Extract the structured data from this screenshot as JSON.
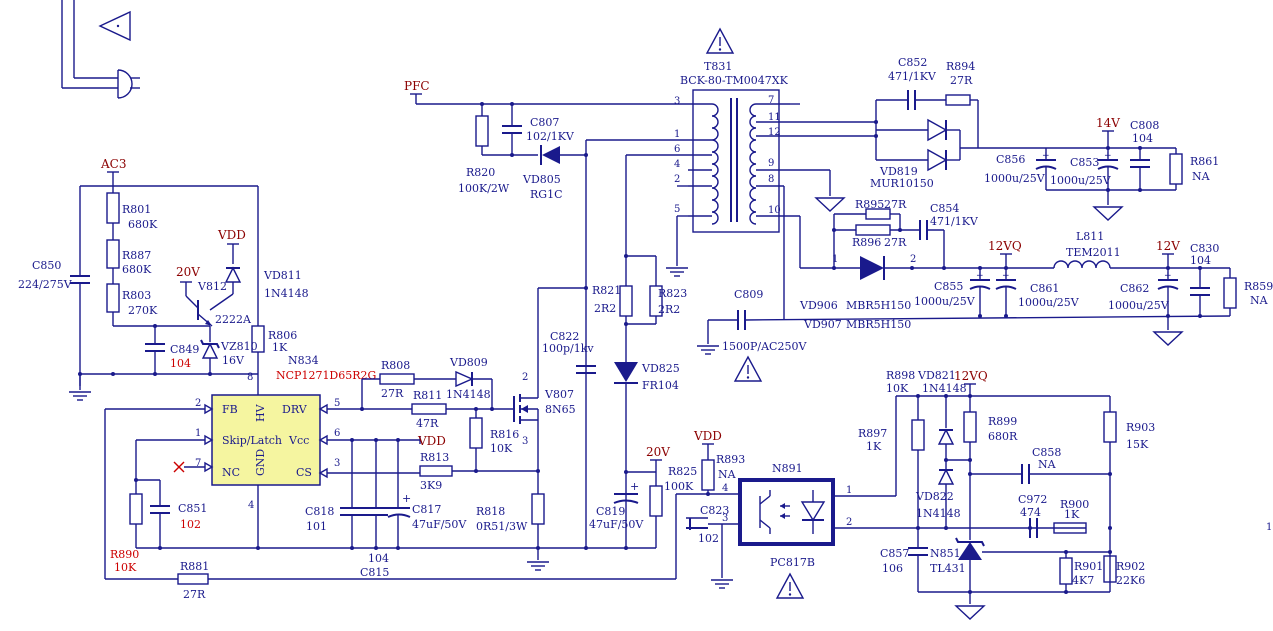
{
  "labels": {
    "ac3": "AC3",
    "pfc": "PFC",
    "vdd_1": "VDD",
    "vdd_2": "VDD",
    "vdd_3": "VDD",
    "v20_1": "20V",
    "v20_2": "20V",
    "v14": "14V",
    "v12vq_1": "12VQ",
    "v12vq_2": "12VQ",
    "v12": "12V",
    "c850": "C850",
    "c850_val": "224/275V",
    "r801": "R801",
    "r801_val": "680K",
    "r887": "R887",
    "r887_val": "680K",
    "r803": "R803",
    "r803_val": "270K",
    "v812": "V812",
    "v812_val": "2222A",
    "c849": "C849",
    "c849_val": "104",
    "vz810": "VZ810",
    "vz810_val": "16V",
    "vd811": "VD811",
    "vd811_val": "1N4148",
    "r806": "R806",
    "r806_val": "1K",
    "n834": "N834",
    "n834_val": "NCP1271D65R2G",
    "ic_fb": "FB",
    "ic_hv": "HV",
    "ic_drv": "DRV",
    "ic_skip": "Skip/Latch",
    "ic_vcc": "Vcc",
    "ic_nc": "NC",
    "ic_gnd": "GND",
    "ic_cs": "CS",
    "pin8": "8",
    "pin2": "2",
    "pin1": "1",
    "pin7": "7",
    "pin5": "5",
    "pin6": "6",
    "pin3": "3",
    "pin4": "4",
    "r808": "R808",
    "r808_val": "27R",
    "vd809": "VD809",
    "vd809_val": "1N4148",
    "r811": "R811",
    "r811_val": "47R",
    "r813": "R813",
    "r813_val": "3K9",
    "r816": "R816",
    "r816_val": "10K",
    "r818": "R818",
    "r818_val": "0R51/3W",
    "v807": "V807",
    "v807_val": "8N65",
    "c851": "C851",
    "c851_val": "102",
    "r890": "R890",
    "r890_val": "10K",
    "r881": "R881",
    "r881_val": "27R",
    "c818": "C818",
    "c818_val": "101",
    "c817": "C817",
    "c817_val": "47uF/50V",
    "c815": "C815",
    "c815_val": "104",
    "r820": "R820",
    "r820_val": "100K/2W",
    "c807": "C807",
    "c807_val": "102/1KV",
    "vd805": "VD805",
    "vd805_val": "RG1C",
    "r821": "R821",
    "r821_val": "2R2",
    "r823": "R823",
    "r823_val": "2R2",
    "c822": "C822",
    "c822_val": "100p/1kv",
    "vd825": "VD825",
    "vd825_val": "FR104",
    "r825": "R825",
    "r825_val": "100K",
    "c819": "C819",
    "c819_val": "47uF/50V",
    "t831": "T831",
    "t831_val": "BCK-80-TM0047XK",
    "c809": "C809",
    "c809_val": "1500P/AC250V",
    "c852": "C852",
    "c852_val": "471/1KV",
    "r894": "R894",
    "r894_val": "27R",
    "vd819": "VD819",
    "vd819_val": "MUR10150",
    "c856": "C856",
    "c856_val": "1000u/25V",
    "c853": "C853",
    "c853_val": "1000u/25V",
    "c808": "C808",
    "c808_val": "104",
    "r861": "R861",
    "r861_val": "NA",
    "r895": "R895",
    "r895_val": "27R",
    "r896": "R896",
    "r896_val": "27R",
    "c854": "C854",
    "c854_val": "471/1KV",
    "vd906": "VD906",
    "vd906_val": "MBR5H150",
    "vd907": "VD907",
    "vd907_val": "MBR5H150",
    "c855": "C855",
    "c855_val": "1000u/25V",
    "c861": "C861",
    "c861_val": "1000u/25V",
    "l811": "L811",
    "l811_val": "TEM2011",
    "c862": "C862",
    "c862_val": "1000u/25V",
    "c830": "C830",
    "c830_val": "104",
    "r859": "R859",
    "r859_val": "NA",
    "r893": "R893",
    "r893_val": "NA",
    "c823": "C823",
    "c823_val": "102",
    "n891": "N891",
    "n891_val": "PC817B",
    "r898": "R898",
    "r898_val": "10K",
    "vd821": "VD821",
    "vd821_val": "1N4148",
    "r897": "R897",
    "r897_val": "1K",
    "vd822": "VD822",
    "vd822_val": "1N4148",
    "r899": "R899",
    "r899_val": "680R",
    "c858": "C858",
    "c858_val": "NA",
    "c972": "C972",
    "c972_val": "474",
    "r900": "R900",
    "r900_val": "1K",
    "r903": "R903",
    "r903_val": "15K",
    "c857": "C857",
    "c857_val": "106",
    "n851": "N851",
    "n851_val": "TL431",
    "r901": "R901",
    "r901_val": "4K7",
    "r902": "R902",
    "r902_val": "22K6",
    "tp3": "3",
    "tp1": "1",
    "tp6": "6",
    "tp4": "4",
    "tp2": "2",
    "tp5": "5",
    "ts7": "7",
    "ts11": "11",
    "ts12": "12",
    "ts9": "9",
    "ts8": "8",
    "ts10": "10",
    "opto4": "4",
    "opto3": "3",
    "opto1": "1",
    "opto2": "2",
    "vd906_p1": "1",
    "vd906_p2": "2",
    "warn": "!",
    "edge1": "1"
  },
  "colors": {
    "wire": "#1a1a8c",
    "power_label": "#8b0000",
    "red_value": "#cc0000",
    "ic_fill": "#f5f5a0"
  }
}
